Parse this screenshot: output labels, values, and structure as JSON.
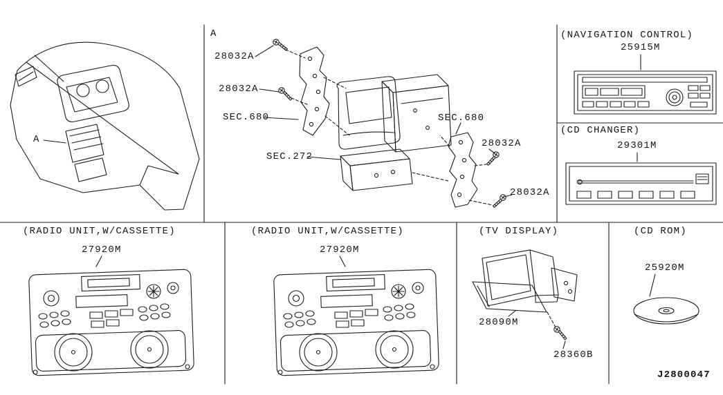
{
  "diagram": {
    "number": "J2800047",
    "sections": {
      "dashboard": {
        "callout": "A"
      },
      "exploded": {
        "callout": "A",
        "screw_labels": [
          "28032A",
          "28032A",
          "28032A",
          "28032A"
        ],
        "sec_left": "SEC.680",
        "sec_center": "SEC.272",
        "sec_right": "SEC.680"
      },
      "navigation_control": {
        "title": "(NAVIGATION CONTROL)",
        "part": "25915M"
      },
      "cd_changer": {
        "title": "(CD CHANGER)",
        "part": "29301M"
      },
      "radio_unit_1": {
        "title": "(RADIO UNIT,W/CASSETTE)",
        "part": "27920M"
      },
      "radio_unit_2": {
        "title": "(RADIO UNIT,W/CASSETTE)",
        "part": "27920M"
      },
      "tv_display": {
        "title": "(TV DISPLAY)",
        "part": "28090M",
        "screw": "28360B"
      },
      "cd_rom": {
        "title": "(CD ROM)",
        "part": "25920M"
      }
    }
  }
}
